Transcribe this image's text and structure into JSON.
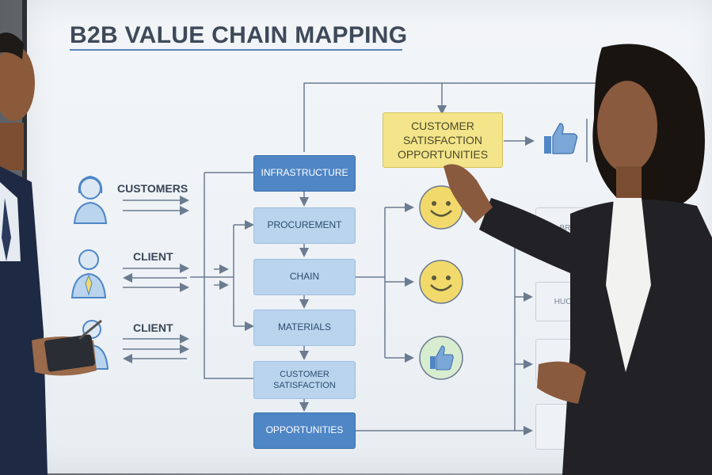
{
  "title": "B2B VALUE CHAIN MAPPING",
  "left_labels": [
    "CUSTOMERS",
    "CLIENT",
    "CLIENT"
  ],
  "chain": [
    "INFRASTRUCTURE",
    "PROCUREMENT",
    "CHAIN",
    "MATERIALS",
    "CUSTOMER SATISFACTION",
    "OPPORTUNITIES"
  ],
  "callout": "CUSTOMER SATISFACTION OPPORTUNITIES",
  "right_partial": [
    "BRIND",
    "HUCI"
  ],
  "colors": {
    "dark_box": "#4f86c6",
    "light_box": "#b9d4ec",
    "callout": "#f4e48a",
    "smiley": "#f2d96b",
    "thumb": "#4f86c6"
  },
  "icons": [
    "customer-avatar-icon",
    "client-avatar-icon",
    "client-avatar-icon",
    "smiley-icon",
    "smiley-icon",
    "thumbs-up-icon",
    "thumbs-up-icon"
  ]
}
